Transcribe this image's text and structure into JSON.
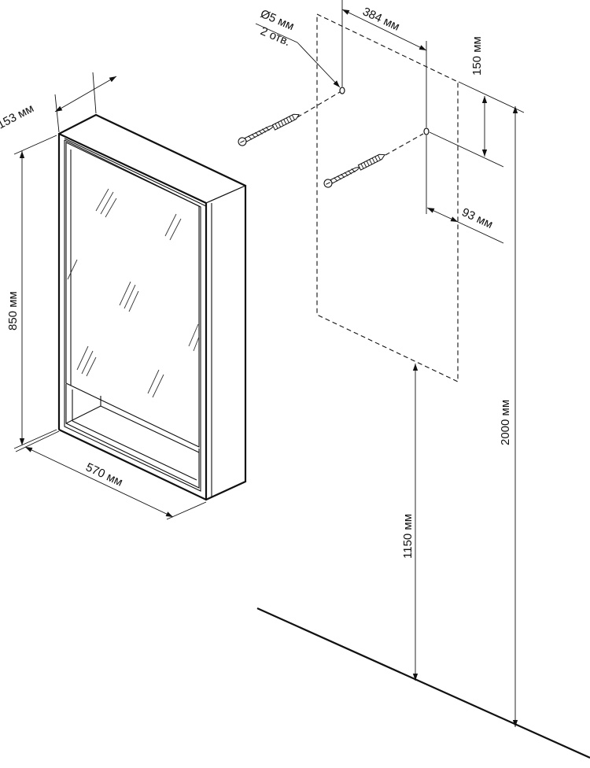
{
  "dimensions": {
    "depth": "153 мм",
    "height": "850 мм",
    "width": "570 мм",
    "hole_diameter": "Ø5 мм",
    "hole_count": "2 отв.",
    "hole_spacing": "384 мм",
    "hole_top_offset": "150 мм",
    "hole_side_offset": "93 мм",
    "mount_height": "1150 мм",
    "total_height": "2000 мм"
  },
  "colors": {
    "line": "#111111",
    "background": "#ffffff"
  },
  "icons": {
    "screw": "screw-icon",
    "dowel": "dowel-icon"
  }
}
